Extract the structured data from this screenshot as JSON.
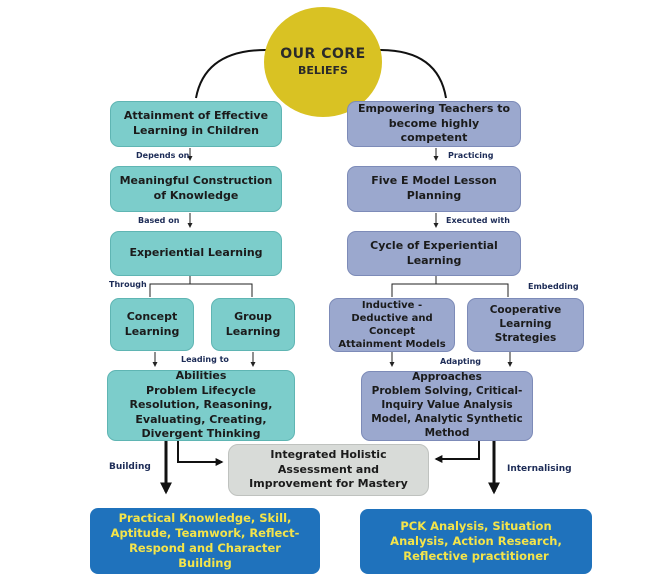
{
  "core": {
    "line1": "OUR CORE",
    "line2": "BELIEFS"
  },
  "left": {
    "box1": "Attainment of Effective Learning in Children",
    "label1": "Depends on",
    "box2": "Meaningful Construction of Knowledge",
    "label2": "Based on",
    "box3": "Experiential Learning",
    "label3": "Through",
    "box4a": "Concept Learning",
    "box4b": "Group Learning",
    "label4": "Leading to",
    "box5_title": "Abilities",
    "box5_body": "Problem Lifecycle Resolution, Reasoning, Evaluating, Creating, Divergent Thinking",
    "label5": "Building",
    "outcome": "Practical Knowledge, Skill, Aptitude, Teamwork, Reflect-Respond and Character Building"
  },
  "right": {
    "box1": "Empowering Teachers to become highly competent",
    "label1": "Practicing",
    "box2": "Five E Model Lesson Planning",
    "label2": "Executed with",
    "box3": "Cycle of Experiential Learning",
    "label3": "Embedding",
    "box4a": "Inductive -Deductive and Concept Attainment Models",
    "box4b": "Cooperative Learning Strategies",
    "label4": "Adapting",
    "box5_title": "Approaches",
    "box5_body": "Problem Solving, Critical-Inquiry Value Analysis Model, Analytic Synthetic Method",
    "label5": "Internalising",
    "outcome": "PCK Analysis, Situation Analysis, Action Research, Reflective practitioner"
  },
  "center": {
    "assessment": "Integrated Holistic Assessment and Improvement for Mastery"
  }
}
